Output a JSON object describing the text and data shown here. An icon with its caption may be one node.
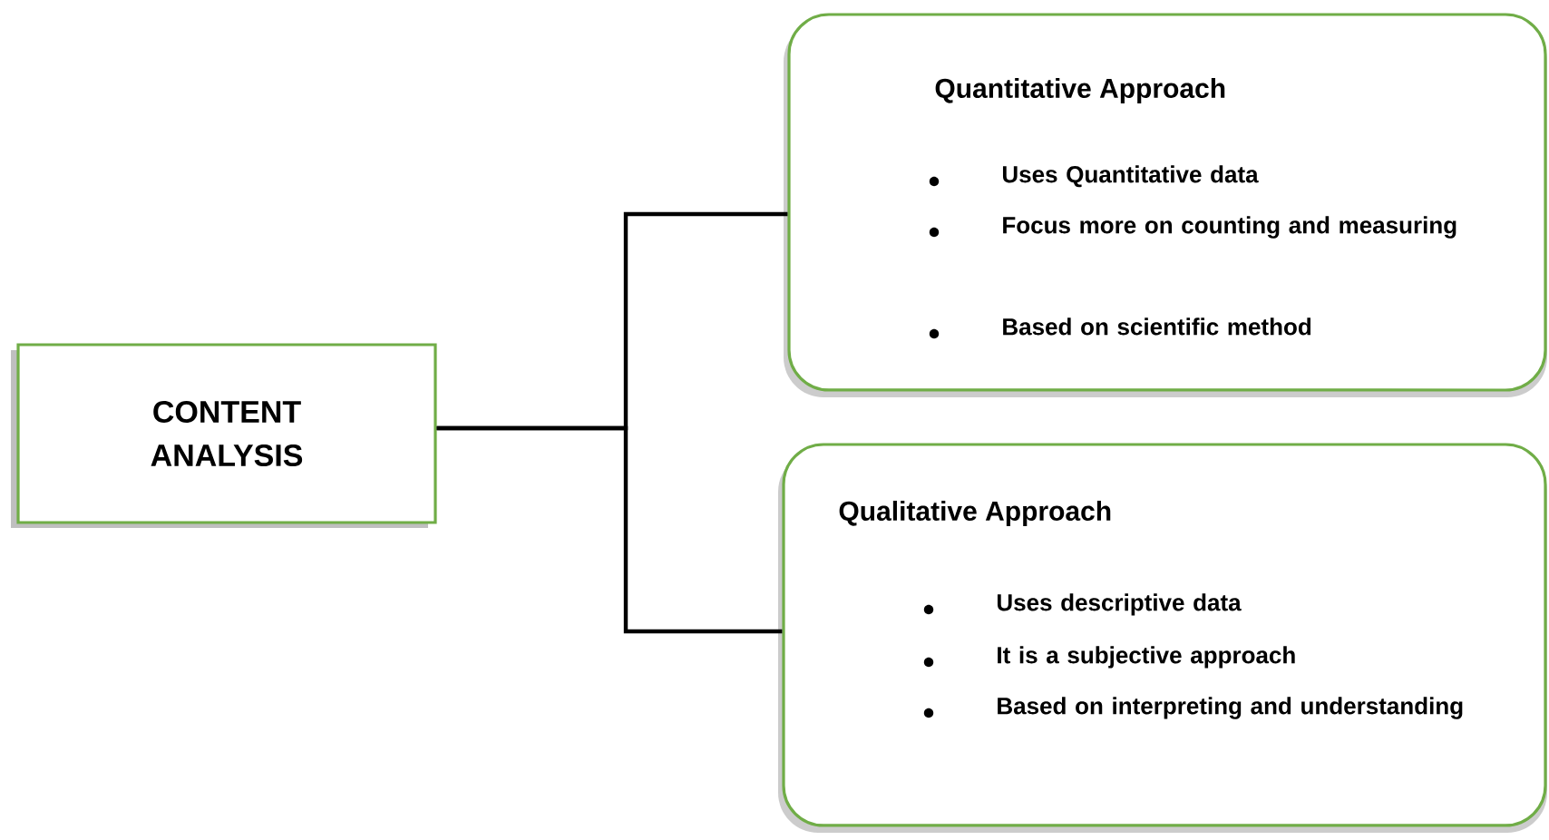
{
  "diagram": {
    "nodes": [
      {
        "text": [
          "CONTENT ANALYSIS"
        ]
      },
      {
        "text": [
          "Quantitative Approach",
          "Uses Quantitative data",
          "Focus more on counting and measuring",
          "Based on scientific method"
        ]
      },
      {
        "text": [
          "Qualitative Approach",
          "Uses descriptive data",
          "It is a subjective approach",
          "Based on interpreting and understanding"
        ]
      }
    ],
    "edges": [
      {
        "from": 0,
        "to": 1,
        "arrow": "none"
      },
      {
        "from": 0,
        "to": 2,
        "arrow": "none"
      }
    ]
  }
}
